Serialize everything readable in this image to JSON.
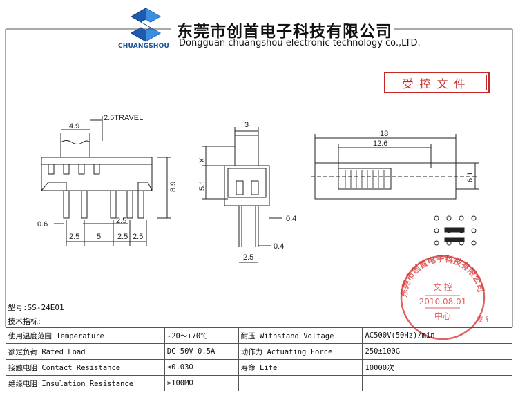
{
  "header": {
    "company_cn": "东莞市创首电子科技有限公司",
    "company_en": "Dongguan chuangshou electronic technology co.,LTD.",
    "brand": "CHUANGSHOU"
  },
  "stamp_box": "受控文件",
  "drawing": {
    "side": {
      "d_4_9": "4.9",
      "travel": "2.5TRAVEL",
      "d_8_9": "8.9",
      "d_0_6": "0.6",
      "d_2_5": "2.5",
      "pitch": [
        "2.5",
        "5",
        "2.5",
        "2.5"
      ]
    },
    "end": {
      "d_3": "3",
      "x": "X",
      "d_5_1": "5.1",
      "d_0_4a": "0.4",
      "d_0_4b": "0.4",
      "d_2_5": "2.5"
    },
    "top": {
      "d_18": "18",
      "d_12_6": "12.6",
      "d_6_1": "6.1"
    }
  },
  "round_stamp": {
    "ring": "东莞市创首电子科技有限公司",
    "top": "文 控",
    "date": "2010.08.01",
    "middle": "中心",
    "side": "发 行 章"
  },
  "model": "型号:SS-24E01",
  "spec_title": "技术指标:",
  "specs": [
    [
      "使用温度范围 Temperature",
      "-20～+70℃",
      "耐压 Withstand Voltage",
      "AC500V(50Hz)/min"
    ],
    [
      "额定负荷 Rated Load",
      "DC 50V 0.5A",
      "动作力 Actuating Force",
      "250±100G"
    ],
    [
      "接触电阻 Contact Resistance",
      "≤0.03Ω",
      "寿命 Life",
      "10000次"
    ],
    [
      "绝缘电阻 Insulation Resistance",
      "≥100MΩ",
      "",
      ""
    ]
  ]
}
